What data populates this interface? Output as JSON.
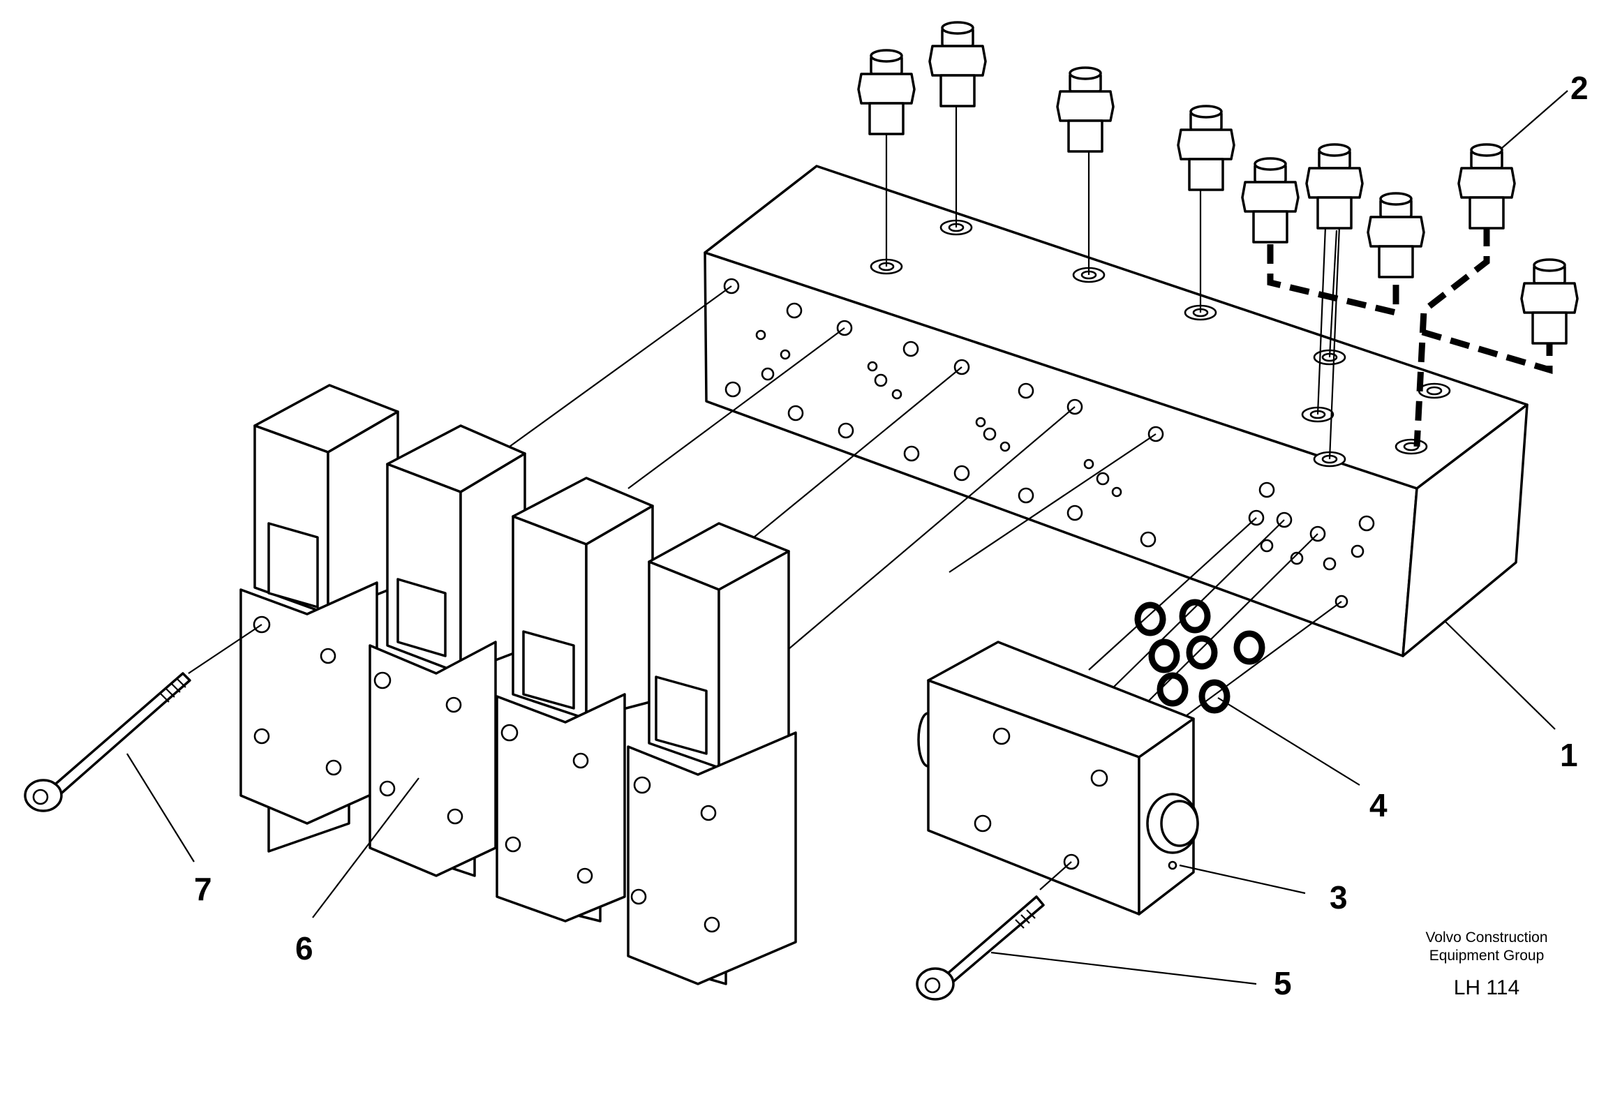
{
  "callouts": [
    {
      "number": "1",
      "part": "valve-block"
    },
    {
      "number": "2",
      "part": "connection-nipple"
    },
    {
      "number": "3",
      "part": "end-block"
    },
    {
      "number": "4",
      "part": "o-ring"
    },
    {
      "number": "5",
      "part": "screw"
    },
    {
      "number": "6",
      "part": "solenoid-valve"
    },
    {
      "number": "7",
      "part": "screw"
    }
  ],
  "footer": {
    "company_line1": "Volvo Construction",
    "company_line2": "Equipment Group",
    "code": "LH 114"
  }
}
